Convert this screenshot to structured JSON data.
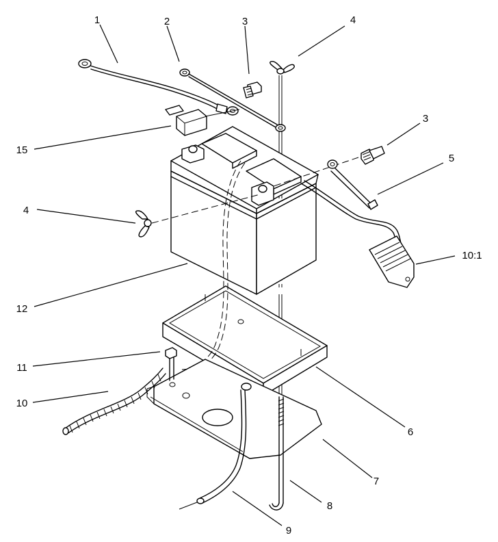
{
  "callouts": [
    {
      "id": "c1",
      "text": "1"
    },
    {
      "id": "c2",
      "text": "2"
    },
    {
      "id": "c3a",
      "text": "3"
    },
    {
      "id": "c4a",
      "text": "4"
    },
    {
      "id": "c3b",
      "text": "3"
    },
    {
      "id": "c5",
      "text": "5"
    },
    {
      "id": "c15",
      "text": "15"
    },
    {
      "id": "c4b",
      "text": "4"
    },
    {
      "id": "c101",
      "text": "10:1"
    },
    {
      "id": "c12",
      "text": "12"
    },
    {
      "id": "c11",
      "text": "11"
    },
    {
      "id": "c10",
      "text": "10"
    },
    {
      "id": "c6",
      "text": "6"
    },
    {
      "id": "c7",
      "text": "7"
    },
    {
      "id": "c8",
      "text": "8"
    },
    {
      "id": "c9",
      "text": "9"
    }
  ]
}
